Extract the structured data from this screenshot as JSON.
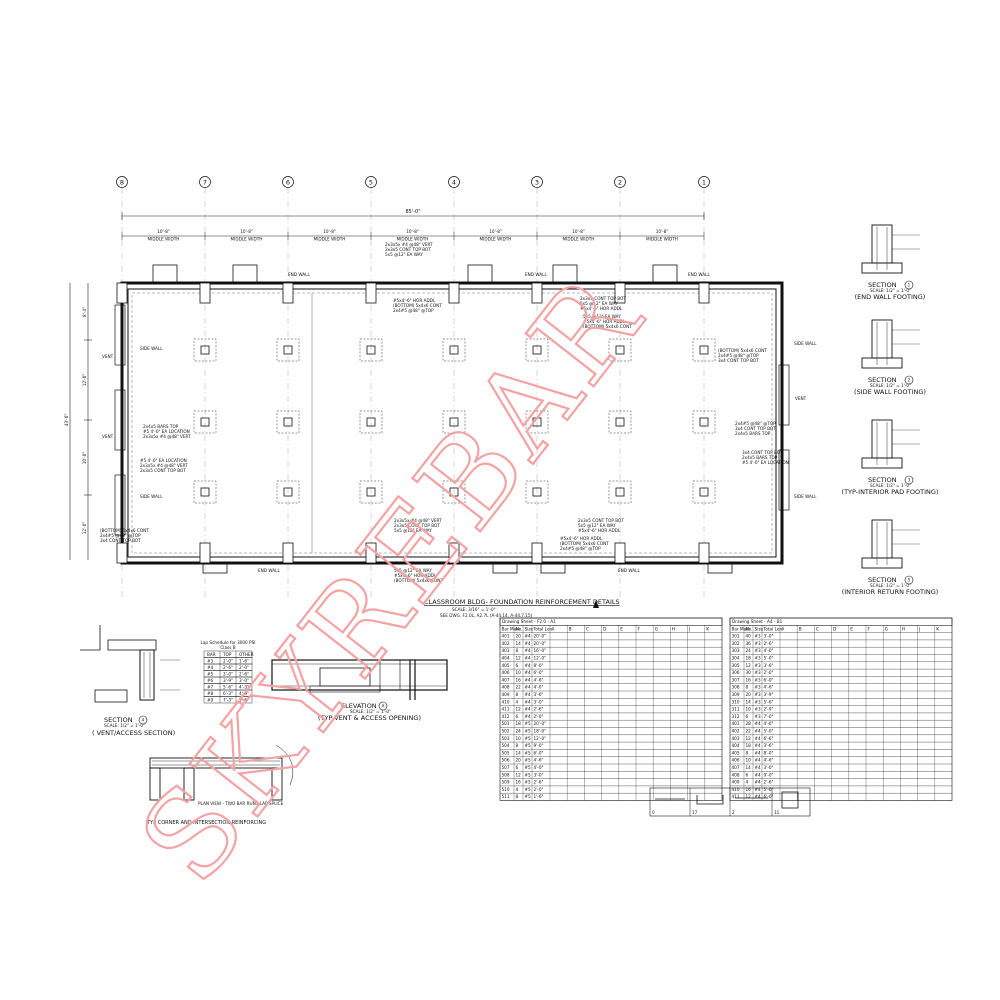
{
  "grid_lines": [
    "8",
    "7",
    "6",
    "5",
    "4",
    "3",
    "2",
    "1"
  ],
  "overall_dim": "85'-0\"",
  "bay_dim": "10'-8\"",
  "bay_note": "MIDDLE WIDTH",
  "left_dims": [
    "8'-4\"",
    "12'-0\"",
    "10'-0\"",
    "12'-0\""
  ],
  "left_overall": "43'-0\"",
  "wall_labels": {
    "end_wall": "END WALL",
    "side_wall": "SIDE WALL",
    "vent": "VENT"
  },
  "callouts": [
    "2x3x5x #4 @48\" VERT",
    "2x3x5 CONT TOP BOT",
    "5x5 @12\" EA WAY",
    "#5x4'-6\" HOR ADDL",
    "(BOTTOM) 5x4x6 CONT",
    "2x4#5 @48\" @TOP",
    "3x4 CONT TOP BOT",
    "2x4x5 BARS TOP",
    "#5 4'-0\" EA LOCATION"
  ],
  "plan_title": "CLASSROOM BLDG- FOUNDATION REINFORCEMENT DETAILS",
  "plan_scale": "SCALE: 3/16\" = 1'-0\"",
  "plan_ref": "SEE DWG. F2.0L, A2.7L (A-44.14, A-44.7.15)",
  "sections": [
    {
      "num": "1",
      "label": "(END WALL FOOTING)",
      "scale": "SCALE: 1/2\" = 1'-0\""
    },
    {
      "num": "2",
      "label": "(SIDE WALL FOOTING)",
      "scale": "SCALE: 1/2\" = 1'-0\""
    },
    {
      "num": "3",
      "label": "(TYP-INTERIOR PAD FOOTING)",
      "scale": "SCALE: 1/2\" = 1'-0\""
    },
    {
      "num": "5",
      "label": "(INTERIOR RETURN FOOTING)",
      "scale": "SCALE: 1/2\" = 1'-0\""
    }
  ],
  "section_word": "SECTION",
  "section4": {
    "num": "4",
    "label": "( VENT/ACCESS SECTION)",
    "scale": "SCALE: 1/2\" = 1'-0\""
  },
  "elevation": {
    "word": "ELEVATION",
    "num": "A",
    "label": "(TYP-VENT & ACCESS OPENING)",
    "scale": "SCALE: 1/2\" = 1'-0\""
  },
  "corner_title": "TYP CORNER AND INTERSECTION REINFORCING",
  "corner_sub": "PLAN VIEW - TWO BAR RUNS LAP SPLICE",
  "lap_schedule": {
    "title": "Lap Schedule for 3000 PSI",
    "subtitle": "Class B",
    "headers": [
      "BAR",
      "TOP",
      "OTHER"
    ],
    "rows": [
      [
        "#3",
        "2'-0\"",
        "1'-6\""
      ],
      [
        "#4",
        "2'-6\"",
        "2'-0\""
      ],
      [
        "#5",
        "3'-0\"",
        "2'-6\""
      ],
      [
        "#6",
        "3'-9\"",
        "3'-0\""
      ],
      [
        "#7",
        "5'-6\"",
        "4'-3\""
      ],
      [
        "#8",
        "6'-3\"",
        "4'-9\""
      ],
      [
        "#9",
        "7'-3\"",
        "5'-6\""
      ]
    ]
  },
  "schedule_left": {
    "title": "Drawing Sheet - F2.0 - A1",
    "header": [
      "Bar Mark",
      "No.",
      "Size",
      "Total Len.",
      "A",
      "B",
      "C",
      "D",
      "E",
      "F",
      "G",
      "H",
      "J",
      "K"
    ],
    "rows": [
      [
        "401",
        "20",
        "#4",
        "20'-0\""
      ],
      [
        "402",
        "14",
        "#4",
        "20'-0\""
      ],
      [
        "403",
        "8",
        "#4",
        "16'-0\""
      ],
      [
        "404",
        "12",
        "#4",
        "12'-0\""
      ],
      [
        "405",
        "6",
        "#4",
        "8'-0\""
      ],
      [
        "406",
        "10",
        "#4",
        "6'-0\""
      ],
      [
        "407",
        "16",
        "#4",
        "4'-6\""
      ],
      [
        "408",
        "22",
        "#4",
        "4'-0\""
      ],
      [
        "409",
        "8",
        "#4",
        "3'-6\""
      ],
      [
        "410",
        "4",
        "#4",
        "3'-0\""
      ],
      [
        "411",
        "12",
        "#4",
        "2'-6\""
      ],
      [
        "412",
        "6",
        "#4",
        "2'-0\""
      ],
      [
        "501",
        "18",
        "#5",
        "20'-0\""
      ],
      [
        "502",
        "24",
        "#5",
        "18'-0\""
      ],
      [
        "503",
        "10",
        "#5",
        "12'-0\""
      ],
      [
        "504",
        "8",
        "#5",
        "9'-0\""
      ],
      [
        "505",
        "14",
        "#5",
        "6'-0\""
      ],
      [
        "506",
        "20",
        "#5",
        "4'-6\""
      ],
      [
        "507",
        "6",
        "#5",
        "4'-0\""
      ],
      [
        "508",
        "12",
        "#5",
        "3'-0\""
      ],
      [
        "509",
        "16",
        "#5",
        "2'-6\""
      ],
      [
        "510",
        "4",
        "#5",
        "2'-0\""
      ],
      [
        "511",
        "8",
        "#5",
        "1'-6\""
      ]
    ]
  },
  "schedule_right": {
    "title": "Drawing Sheet - A4 - B1",
    "header": [
      "Bar Mark",
      "No.",
      "Size",
      "Total Len.",
      "A",
      "B",
      "C",
      "D",
      "E",
      "F",
      "G",
      "H",
      "J",
      "K"
    ],
    "rows": [
      [
        "301",
        "40",
        "#3",
        "3'-0\""
      ],
      [
        "302",
        "36",
        "#3",
        "2'-6\""
      ],
      [
        "303",
        "24",
        "#3",
        "4'-0\""
      ],
      [
        "304",
        "18",
        "#3",
        "5'-0\""
      ],
      [
        "305",
        "12",
        "#3",
        "3'-6\""
      ],
      [
        "306",
        "30",
        "#3",
        "2'-0\""
      ],
      [
        "307",
        "16",
        "#3",
        "6'-0\""
      ],
      [
        "308",
        "8",
        "#3",
        "4'-6\""
      ],
      [
        "309",
        "20",
        "#3",
        "3'-9\""
      ],
      [
        "310",
        "14",
        "#3",
        "5'-6\""
      ],
      [
        "311",
        "10",
        "#3",
        "2'-9\""
      ],
      [
        "312",
        "6",
        "#3",
        "7'-0\""
      ],
      [
        "401",
        "28",
        "#4",
        "4'-0\""
      ],
      [
        "402",
        "22",
        "#4",
        "5'-0\""
      ],
      [
        "403",
        "12",
        "#4",
        "6'-6\""
      ],
      [
        "404",
        "18",
        "#4",
        "3'-6\""
      ],
      [
        "405",
        "8",
        "#4",
        "8'-0\""
      ],
      [
        "406",
        "10",
        "#4",
        "4'-6\""
      ],
      [
        "407",
        "14",
        "#4",
        "3'-0\""
      ],
      [
        "408",
        "6",
        "#4",
        "9'-0\""
      ],
      [
        "409",
        "4",
        "#4",
        "2'-6\""
      ],
      [
        "410",
        "16",
        "#4",
        "5'-6\""
      ],
      [
        "411",
        "12",
        "#4",
        "6'-0\""
      ]
    ]
  },
  "bar_types": [
    "0",
    "17",
    "2",
    "11"
  ],
  "watermark": "SKYREBAR"
}
